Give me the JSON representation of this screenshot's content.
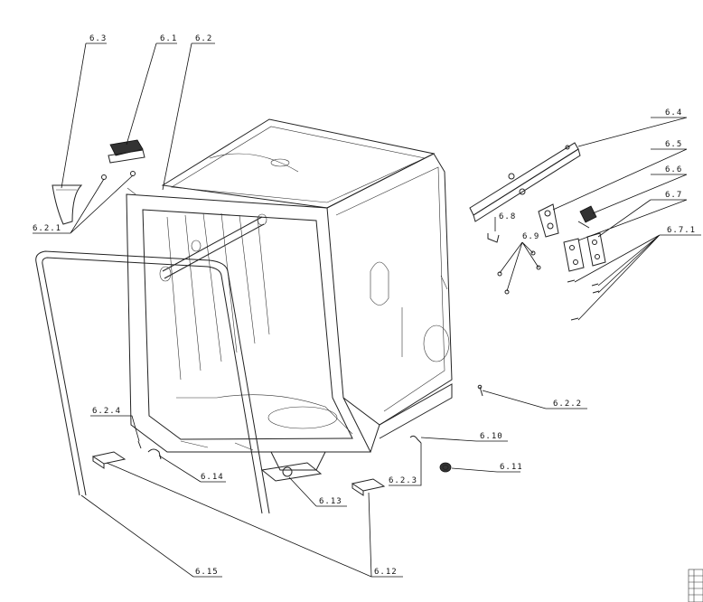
{
  "labels": {
    "l6_3": "6.3",
    "l6_1": "6.1",
    "l6_2": "6.2",
    "l6_4": "6.4",
    "l6_5": "6.5",
    "l6_6": "6.6",
    "l6_7": "6.7",
    "l6_7_1": "6.7.1",
    "l6_8": "6.8",
    "l6_9": "6.9",
    "l6_2_1": "6.2.1",
    "l6_2_2": "6.2.2",
    "l6_2_3": "6.2.3",
    "l6_2_4": "6.2.4",
    "l6_10": "6.10",
    "l6_11": "6.11",
    "l6_12": "6.12",
    "l6_13": "6.13",
    "l6_14": "6.14",
    "l6_15": "6.15"
  }
}
